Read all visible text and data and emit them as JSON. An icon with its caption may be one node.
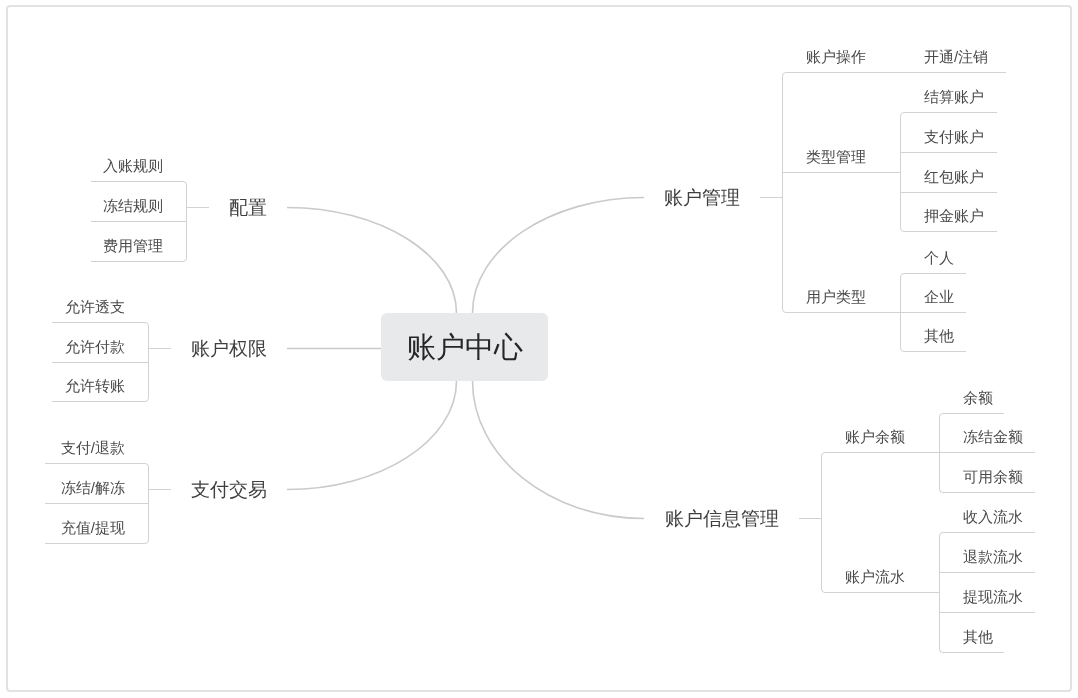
{
  "diagram": {
    "nodes": [
      {
        "text": [
          "账户中心"
        ]
      },
      {
        "text": [
          "配置"
        ]
      },
      {
        "text": [
          "入账规则"
        ]
      },
      {
        "text": [
          "冻结规则"
        ]
      },
      {
        "text": [
          "费用管理"
        ]
      },
      {
        "text": [
          "账户权限"
        ]
      },
      {
        "text": [
          "允许透支"
        ]
      },
      {
        "text": [
          "允许付款"
        ]
      },
      {
        "text": [
          "允许转账"
        ]
      },
      {
        "text": [
          "支付交易"
        ]
      },
      {
        "text": [
          "支付/退款"
        ]
      },
      {
        "text": [
          "冻结/解冻"
        ]
      },
      {
        "text": [
          "充值/提现"
        ]
      },
      {
        "text": [
          "账户管理"
        ]
      },
      {
        "text": [
          "账户操作"
        ]
      },
      {
        "text": [
          "开通/注销"
        ]
      },
      {
        "text": [
          "类型管理"
        ]
      },
      {
        "text": [
          "结算账户"
        ]
      },
      {
        "text": [
          "支付账户"
        ]
      },
      {
        "text": [
          "红包账户"
        ]
      },
      {
        "text": [
          "押金账户"
        ]
      },
      {
        "text": [
          "用户类型"
        ]
      },
      {
        "text": [
          "个人"
        ]
      },
      {
        "text": [
          "企业"
        ]
      },
      {
        "text": [
          "其他"
        ]
      },
      {
        "text": [
          "账户信息管理"
        ]
      },
      {
        "text": [
          "账户余额"
        ]
      },
      {
        "text": [
          "余额"
        ]
      },
      {
        "text": [
          "冻结金额"
        ]
      },
      {
        "text": [
          "可用余额"
        ]
      },
      {
        "text": [
          "账户流水"
        ]
      },
      {
        "text": [
          "收入流水"
        ]
      },
      {
        "text": [
          "退款流水"
        ]
      },
      {
        "text": [
          "提现流水"
        ]
      },
      {
        "text": [
          "其他"
        ]
      }
    ],
    "edges": [
      {
        "from": 0,
        "to": 1,
        "arrow": "none"
      },
      {
        "from": 1,
        "to": 2,
        "arrow": "none"
      },
      {
        "from": 1,
        "to": 3,
        "arrow": "none"
      },
      {
        "from": 1,
        "to": 4,
        "arrow": "none"
      },
      {
        "from": 0,
        "to": 5,
        "arrow": "none"
      },
      {
        "from": 5,
        "to": 6,
        "arrow": "none"
      },
      {
        "from": 5,
        "to": 7,
        "arrow": "none"
      },
      {
        "from": 5,
        "to": 8,
        "arrow": "none"
      },
      {
        "from": 0,
        "to": 9,
        "arrow": "none"
      },
      {
        "from": 9,
        "to": 10,
        "arrow": "none"
      },
      {
        "from": 9,
        "to": 11,
        "arrow": "none"
      },
      {
        "from": 9,
        "to": 12,
        "arrow": "none"
      },
      {
        "from": 0,
        "to": 13,
        "arrow": "none"
      },
      {
        "from": 13,
        "to": 14,
        "arrow": "none"
      },
      {
        "from": 14,
        "to": 15,
        "arrow": "none"
      },
      {
        "from": 13,
        "to": 16,
        "arrow": "none"
      },
      {
        "from": 16,
        "to": 17,
        "arrow": "none"
      },
      {
        "from": 16,
        "to": 18,
        "arrow": "none"
      },
      {
        "from": 16,
        "to": 19,
        "arrow": "none"
      },
      {
        "from": 16,
        "to": 20,
        "arrow": "none"
      },
      {
        "from": 13,
        "to": 21,
        "arrow": "none"
      },
      {
        "from": 21,
        "to": 22,
        "arrow": "none"
      },
      {
        "from": 21,
        "to": 23,
        "arrow": "none"
      },
      {
        "from": 21,
        "to": 24,
        "arrow": "none"
      },
      {
        "from": 0,
        "to": 25,
        "arrow": "none"
      },
      {
        "from": 25,
        "to": 26,
        "arrow": "none"
      },
      {
        "from": 26,
        "to": 27,
        "arrow": "none"
      },
      {
        "from": 26,
        "to": 28,
        "arrow": "none"
      },
      {
        "from": 26,
        "to": 29,
        "arrow": "none"
      },
      {
        "from": 25,
        "to": 30,
        "arrow": "none"
      },
      {
        "from": 30,
        "to": 31,
        "arrow": "none"
      },
      {
        "from": 30,
        "to": 32,
        "arrow": "none"
      },
      {
        "from": 30,
        "to": 33,
        "arrow": "none"
      },
      {
        "from": 30,
        "to": 34,
        "arrow": "none"
      }
    ]
  }
}
